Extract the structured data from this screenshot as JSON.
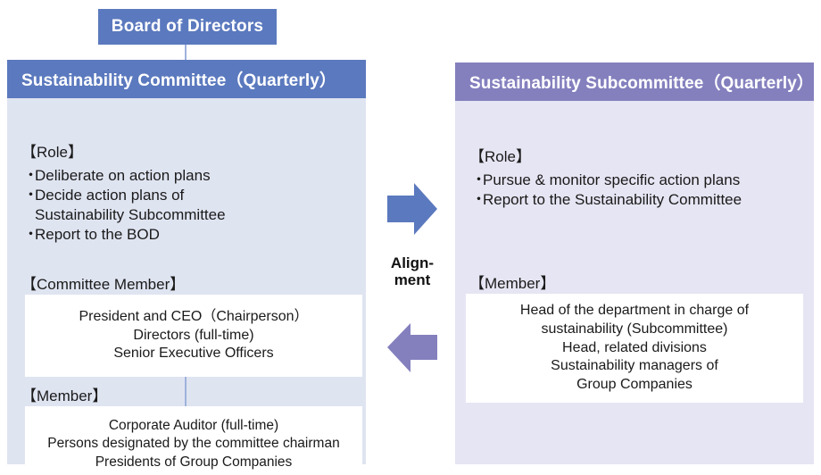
{
  "diagram": {
    "board": {
      "label": "Board of Directors"
    },
    "left_panel": {
      "header": "Sustainability Committee（Quarterly）",
      "role_label": "【Role】",
      "role_items": [
        "Deliberate on action plans",
        "Decide action plans of\nSustainability Subcommittee",
        "Report to the BOD"
      ],
      "bullet_char": "・",
      "committee_member_label": "【Committee Member】",
      "committee_member_text": "President and CEO（Chairperson）\nDirectors (full-time)\nSenior Executive Officers",
      "member_label": "【Member】",
      "member_text": "Corporate Auditor (full-time)\nPersons designated by the committee chairman\nPresidents of Group Companies"
    },
    "right_panel": {
      "header": "Sustainability Subcommittee（Quarterly）",
      "role_label": "【Role】",
      "role_items": [
        "Pursue & monitor specific action plans",
        "Report to the Sustainability Committee"
      ],
      "bullet_char": "・",
      "member_label": "【Member】",
      "member_text": "Head of the department in charge of\nsustainability (Subcommittee)\nHead, related divisions\nSustainability managers of\nGroup Companies"
    },
    "center": {
      "alignment_label": "Align-\nment",
      "arrow_right_name": "arrow-right-icon",
      "arrow_left_name": "arrow-left-icon"
    },
    "colors": {
      "blue": "#5B79BE",
      "purple": "#8480BE",
      "left_body": "#DFE4F1",
      "right_body": "#E6E5F3",
      "connector": "#9FB2DC",
      "white": "#FFFFFF"
    }
  }
}
